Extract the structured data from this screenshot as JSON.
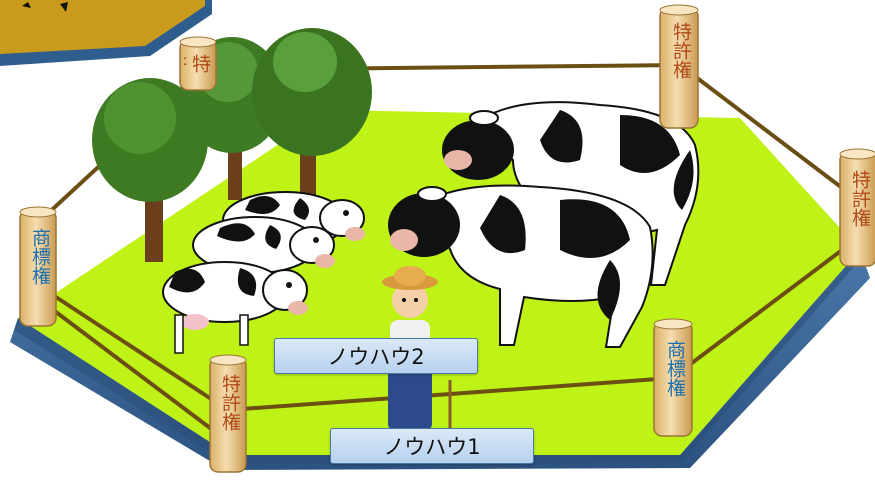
{
  "posts": {
    "patent": "特許権",
    "trademark": "商標権"
  },
  "labels": {
    "knowhow1": "ノウハウ1",
    "knowhow2": "ノウハウ2"
  },
  "colors": {
    "grass": "#bff216",
    "platform_side": "#3d6a9e",
    "fence_rope": "#6b4f12",
    "post_wood": "#f1d39a",
    "patent_text": "#b04a17",
    "trademark_text": "#1a6fb0",
    "other_platform": "#c99a1b"
  }
}
